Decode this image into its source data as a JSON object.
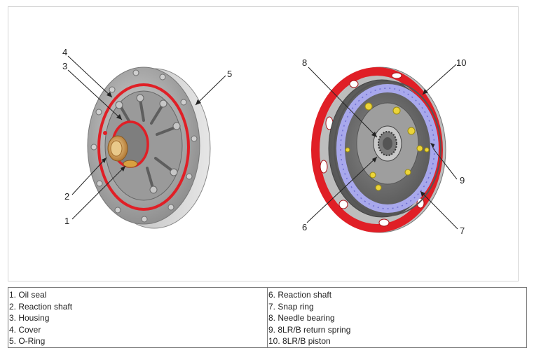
{
  "callouts": {
    "c1": "1",
    "c2": "2",
    "c3": "3",
    "c4": "4",
    "c5": "5",
    "c6": "6",
    "c7": "7",
    "c8": "8",
    "c9": "9",
    "c10": "10"
  },
  "legend": {
    "left": [
      "1. Oil seal",
      "2. Reaction shaft",
      "3. Housing",
      "4. Cover",
      "5. O-Ring"
    ],
    "right": [
      "6. Reaction shaft",
      "7. Snap ring",
      "8. Needle bearing",
      "9. 8LR/B return spring",
      "10. 8LR/B piston"
    ]
  },
  "colors": {
    "highlight_red": "#e01f26",
    "spring_purple": "#a8a8ec",
    "bolt_yellow": "#ecd43a",
    "metal_gray": "#a9a9a9",
    "bronze": "#c89048"
  }
}
